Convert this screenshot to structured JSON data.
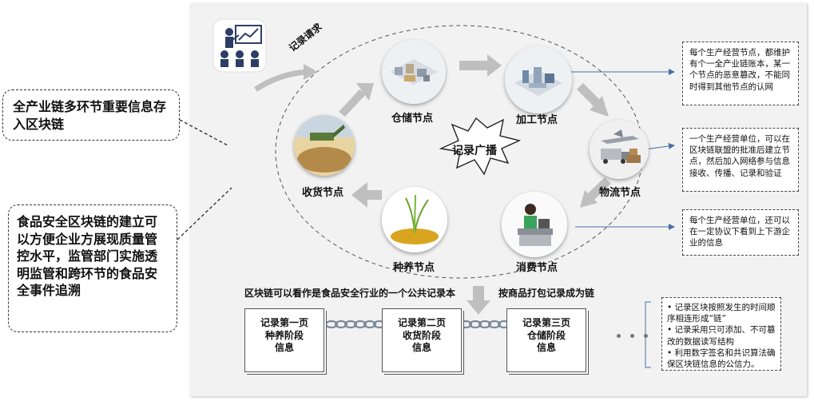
{
  "callouts": {
    "left_top": "全产业链多环节重要信息存入区块链",
    "left_bottom": "食品安全区块链的建立可以方便企业方展现质量管控水平，监管部门实施透明监管和跨环节的食品安全事件追溯"
  },
  "diagram": {
    "record_request": "记录请求",
    "broadcast": "记录广播",
    "nodes": {
      "storage": "仓储节点",
      "processing": "加工节点",
      "logistics": "物流节点",
      "consumption": "消费节点",
      "planting": "种养节点",
      "receiving": "收货节点"
    }
  },
  "notes": {
    "processing": "每个生产经营节点，都维护有个一全产业链账本，某一个节点的恶意篡改，不能同时得到其他节点的认网",
    "logistics": "一个生产经营单位，可以在区块链联盟的批准后建立节点，然后加入网络参与信息接收、传播、记录和验证",
    "consumption": "每个生产经营单位，还可以在一定协议下看到上下游企业的信息",
    "chain": [
      "记录区块按照发生的时间顺序相连形成“链”",
      "记录采用只可添加、不可篡改的数据读写结构",
      "利用数字签名和共识算法确保区块链信息的公信力。"
    ]
  },
  "chain_section": {
    "caption_left": "区块链可以看作是食品安全行业的一个公共记录本",
    "caption_right": "按商品打包记录成为链",
    "pages": [
      {
        "line1": "记录第一页",
        "line2": "种养阶段",
        "line3": "信息"
      },
      {
        "line1": "记录第二页",
        "line2": "收货阶段",
        "line3": "信息"
      },
      {
        "line1": "记录第三页",
        "line2": "仓储阶段",
        "line3": "信息"
      }
    ]
  },
  "colors": {
    "panel": "#f2f2f2",
    "arrow": "#bfbfbf",
    "connector": "#4a6fa5"
  },
  "icons": [
    "presenter-icon",
    "warehouse-icon",
    "factory-icon",
    "logistics-icon",
    "cashier-icon",
    "seedling-icon",
    "harvester-icon",
    "chain-link-icon"
  ]
}
